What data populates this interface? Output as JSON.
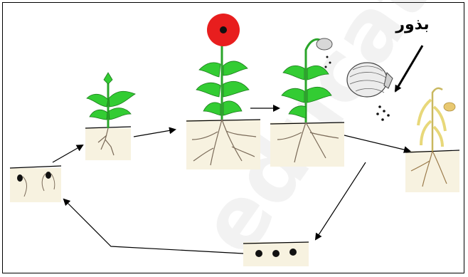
{
  "labels": {
    "seeds": "بذور"
  },
  "watermark": {
    "text": "educate"
  },
  "colors": {
    "leaf": "#33cc33",
    "stem": "#2aa52a",
    "petal": "#e81e1e",
    "soil": "#f7f2e0",
    "root": "#7a6a58",
    "dry_plant": "#e8d87a",
    "seed": "#111111"
  },
  "stages": [
    {
      "name": "germinating-seeds"
    },
    {
      "name": "seedling"
    },
    {
      "name": "flowering-plant"
    },
    {
      "name": "fruiting-plant"
    },
    {
      "name": "seed-capsule"
    },
    {
      "name": "dried-plant"
    },
    {
      "name": "dormant-seeds"
    }
  ]
}
